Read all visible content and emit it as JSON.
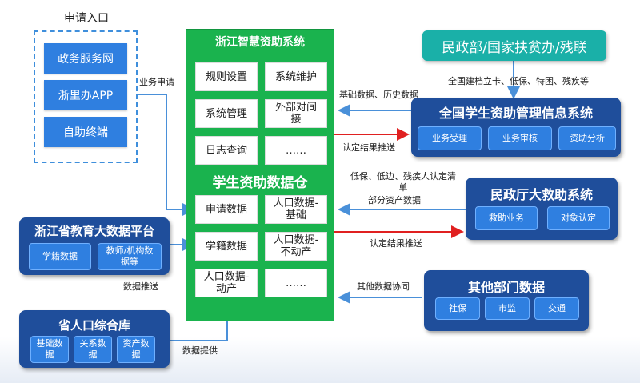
{
  "entry": {
    "title": "申请入口",
    "items": [
      "政务服务网",
      "浙里办APP",
      "自助终端"
    ]
  },
  "center": {
    "title": "浙江智慧资助系统",
    "top_boxes": [
      "规则设置",
      "系统维护",
      "系统管理",
      "外部对间接",
      "日志查询",
      "……"
    ],
    "warehouse_title": "学生资助数据仓",
    "bottom_boxes": [
      "申请数据",
      "人口数据-基础",
      "学籍数据",
      "人口数据-不动产",
      "人口数据-动产",
      "……"
    ]
  },
  "civil_ministry": "民政部/国家扶贫办/残联",
  "national_system": {
    "title": "全国学生资助管理信息系统",
    "items": [
      "业务受理",
      "业务审核",
      "资助分析"
    ]
  },
  "civil_dept": {
    "title": "民政厅大救助系统",
    "items": [
      "救助业务",
      "对象认定"
    ]
  },
  "other_dept": {
    "title": "其他部门数据",
    "items": [
      "社保",
      "市监",
      "交通"
    ]
  },
  "edu_platform": {
    "title": "浙江省教育大数据平台",
    "items": [
      "学籍数据",
      "教师/机构数据等"
    ]
  },
  "population": {
    "title": "省人口综合库",
    "items": [
      "基础数据",
      "关系数据",
      "资产数据"
    ]
  },
  "labels": {
    "business_apply": "业务申请",
    "national_archive": "全国建档立卡、低保、特困、残疾等",
    "basic_history": "基础数据、历史数据",
    "result_push_1": "认定结果推送",
    "low_income": "低保、低边、残疾人认定清单",
    "partial_asset": "部分资产数据",
    "result_push_2": "认定结果推送",
    "other_collab": "其他数据协同",
    "data_push": "数据推送",
    "data_provide": "数据提供"
  },
  "colors": {
    "green_panel": "#1ab34e",
    "navy_panel": "#1f4e9b",
    "sub_blue": "#2f7fe0",
    "teal": "#1ab0a8",
    "arrow_blue": "#4a90d9",
    "arrow_red": "#e02020"
  }
}
